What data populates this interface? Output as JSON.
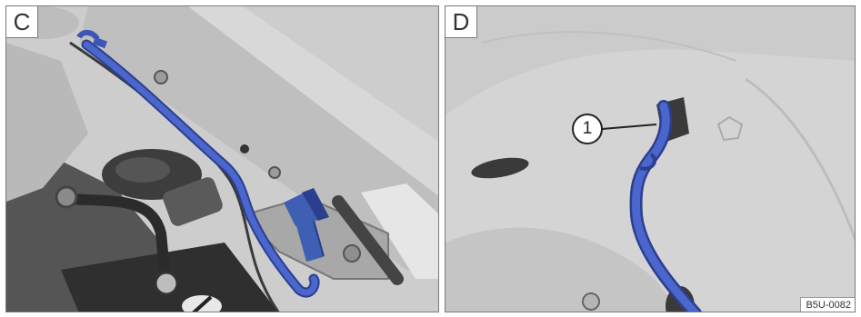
{
  "panels": [
    {
      "letter": "C"
    },
    {
      "letter": "D",
      "callout": "1"
    }
  ],
  "image_code": "B5U-0082",
  "colors": {
    "rod_blue": "#3c55b8",
    "arrow_blue": "#3e5fb3",
    "background_gray": "#cfcfcf"
  }
}
